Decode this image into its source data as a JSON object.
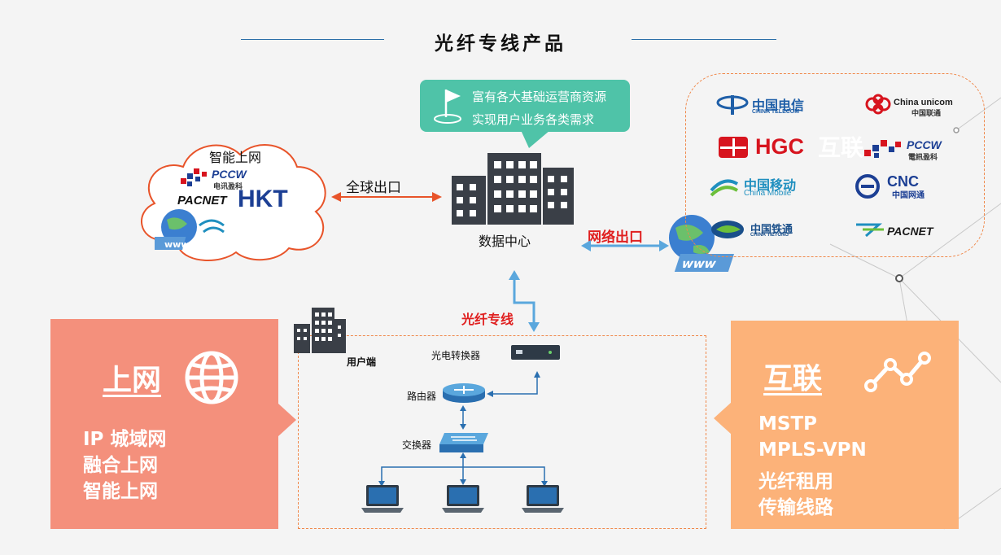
{
  "title": "光纤专线产品",
  "callout": {
    "line1": "富有各大基础运营商资源",
    "line2": "实现用户业务各类需求"
  },
  "cloud": {
    "label": "智能上网",
    "logos": {
      "pccw": "PCCW",
      "pccw_sub": "电讯盈科",
      "pacnet": "PACNET",
      "hkt": "HKT"
    }
  },
  "links": {
    "global_exit": "全球出口",
    "network_exit": "网络出口",
    "fiber_line": "光纤专线"
  },
  "datacenter_label": "数据中心",
  "isp_panel": {
    "watermark": "互联",
    "logos": [
      {
        "name": "中国电信",
        "sub": "CHINA TELECOM",
        "color": "#1f5fa8"
      },
      {
        "name": "China unicom",
        "sub": "中国联通",
        "color": "#d7141e"
      },
      {
        "name": "HGC",
        "color": "#d7141e"
      },
      {
        "name": "PCCW",
        "sub": "電訊盈科",
        "color": "#1c3f94"
      },
      {
        "name": "中国移动",
        "sub": "China Mobile",
        "color": "#1f8fbf"
      },
      {
        "name": "CNC",
        "sub": "中国网通",
        "color": "#1c3f94"
      },
      {
        "name": "中国铁通",
        "sub": "CHINA TIETONG",
        "color": "#1a4f8a"
      },
      {
        "name": "PACNET",
        "color": "#1a1a1a"
      }
    ]
  },
  "user_network": {
    "user_end": "用户端",
    "converter": "光电转换器",
    "router": "路由器",
    "switch": "交换器"
  },
  "panel_left": {
    "heading": "上网",
    "items": [
      "IP 城域网",
      "融合上网",
      "智能上网"
    ],
    "color": "#f4907c"
  },
  "panel_right": {
    "heading": "互联",
    "items": [
      "MSTP",
      "MPLS-VPN",
      "光纤租用",
      "传输线路"
    ],
    "color": "#fcb279"
  },
  "colors": {
    "accent_teal": "#4fc3a8",
    "link_orange": "#e8542a",
    "link_blue": "#5aa7dd",
    "dashed_border": "#f0884a"
  }
}
